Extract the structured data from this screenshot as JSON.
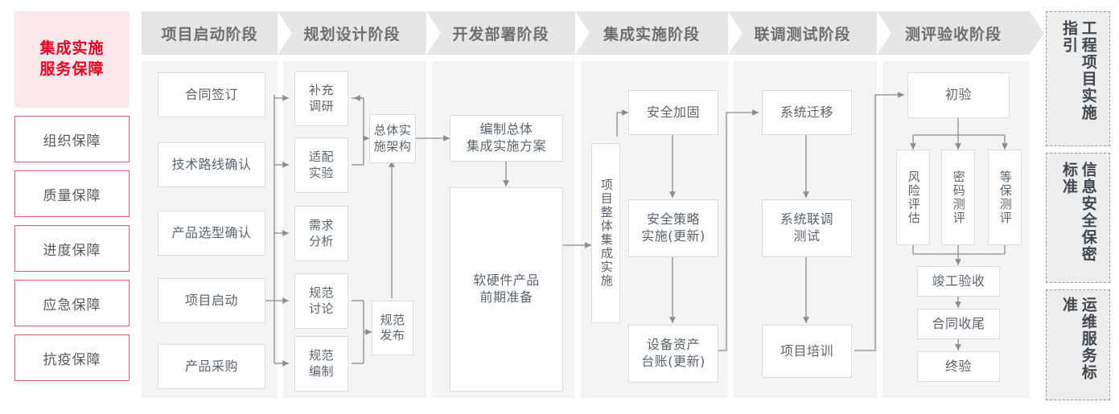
{
  "left_panel": {
    "title": "集成实施\n服务保障",
    "title_line1": "集成实施",
    "title_line2": "服务保障",
    "items": [
      {
        "label": "组织保障"
      },
      {
        "label": "质量保障"
      },
      {
        "label": "进度保障"
      },
      {
        "label": "应急保障"
      },
      {
        "label": "抗疫保障"
      }
    ]
  },
  "phases": [
    {
      "header": "项目启动阶段"
    },
    {
      "header": "规划设计阶段"
    },
    {
      "header": "开发部署阶段"
    },
    {
      "header": "集成实施阶段"
    },
    {
      "header": "联调测试阶段"
    },
    {
      "header": "测评验收阶段"
    }
  ],
  "nodes": {
    "p1": [
      {
        "label": "合同签订"
      },
      {
        "label": "技术路线确认"
      },
      {
        "label": "产品选型确认"
      },
      {
        "label": "项目启动"
      },
      {
        "label": "产品采购"
      }
    ],
    "p2": [
      {
        "label": "补充\n调研",
        "l1": "补充",
        "l2": "调研"
      },
      {
        "label": "适配\n实验",
        "l1": "适配",
        "l2": "实验"
      },
      {
        "label": "需求\n分析",
        "l1": "需求",
        "l2": "分析"
      },
      {
        "label": "规范\n讨论",
        "l1": "规范",
        "l2": "讨论"
      },
      {
        "label": "规范\n编制",
        "l1": "规范",
        "l2": "编制"
      },
      {
        "label": "总体实\n施架构",
        "l1": "总体实",
        "l2": "施架构"
      },
      {
        "label": "规范\n发布",
        "l1": "规范",
        "l2": "发布"
      }
    ],
    "p3": [
      {
        "label": "编制总体\n集成实施方案",
        "l1": "编制总体",
        "l2": "集成实施方案"
      },
      {
        "label": "软硬件产品\n前期准备",
        "l1": "软硬件产品",
        "l2": "前期准备"
      }
    ],
    "p4": [
      {
        "label": "项目整体集成实施"
      },
      {
        "label": "安全加固"
      },
      {
        "label": "安全策略\n实施(更新)",
        "l1": "安全策略",
        "l2": "实施(更新)"
      },
      {
        "label": "设备资产\n台账(更新)",
        "l1": "设备资产",
        "l2": "台账(更新)"
      }
    ],
    "p5": [
      {
        "label": "系统迁移"
      },
      {
        "label": "系统联调\n测试",
        "l1": "系统联调",
        "l2": "测试"
      },
      {
        "label": "项目培训"
      }
    ],
    "p6": [
      {
        "label": "初验"
      },
      {
        "label": "风险评估"
      },
      {
        "label": "密码测评"
      },
      {
        "label": "等保测评"
      },
      {
        "label": "竣工验收"
      },
      {
        "label": "合同收尾"
      },
      {
        "label": "终验"
      }
    ]
  },
  "right_panels": [
    {
      "label": "工程项目实施指引"
    },
    {
      "label": "信息安全保密标准"
    },
    {
      "label": "运维服务标准"
    }
  ],
  "colors": {
    "accent_red": "#e60021",
    "left_head_bg": "#fae8ea",
    "left_item_border": "#e0606e",
    "band_bg": "#f4f4f4",
    "chevron_bg": "#e6e6e6",
    "chevron_text": "#6e6e72",
    "node_border": "#dcdcdc",
    "node_text": "#5a6470",
    "wire": "#8c8c8c",
    "right_panel_bg": "#ededed",
    "right_panel_border": "#9b9b9b",
    "right_panel_text": "#40474f"
  }
}
